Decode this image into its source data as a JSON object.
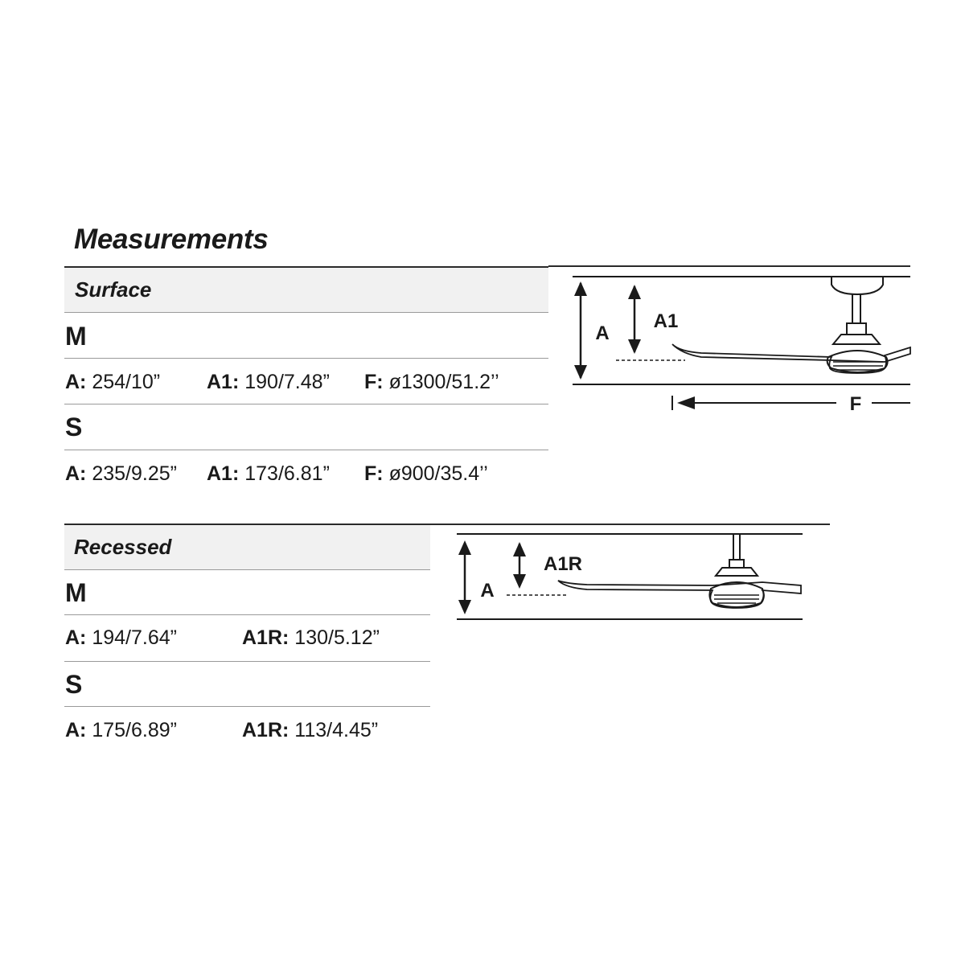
{
  "title": "Measurements",
  "surface": {
    "label": "Surface",
    "sizes": [
      {
        "name": "M",
        "a_key": "A:",
        "a_value": "254/10”",
        "a1_key": "A1:",
        "a1_value": "190/7.48”",
        "f_key": "F:",
        "f_value": "ø1300/51.2’’"
      },
      {
        "name": "S",
        "a_key": "A:",
        "a_value": "235/9.25”",
        "a1_key": "A1:",
        "a1_value": "173/6.81”",
        "f_key": "F:",
        "f_value": "ø900/35.4’’"
      }
    ],
    "diagram": {
      "label_a": "A",
      "label_a1": "A1",
      "label_f": "F"
    }
  },
  "recessed": {
    "label": "Recessed",
    "sizes": [
      {
        "name": "M",
        "a_key": "A:",
        "a_value": "194/7.64”",
        "a1r_key": "A1R:",
        "a1r_value": "130/5.12”"
      },
      {
        "name": "S",
        "a_key": "A:",
        "a_value": "175/6.89”",
        "a1r_key": "A1R:",
        "a1r_value": "113/4.45”"
      }
    ],
    "diagram": {
      "label_a": "A",
      "label_a1r": "A1R"
    }
  },
  "colors": {
    "ink": "#1a1a1a",
    "rule": "#9a9a9a",
    "band": "#f1f1f1"
  }
}
